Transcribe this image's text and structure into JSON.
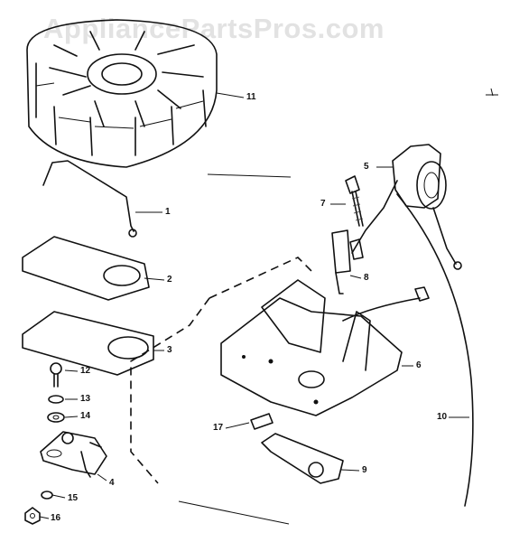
{
  "watermark": "AppliancePartsPros.com",
  "callouts": [
    {
      "id": "11",
      "label": "11"
    },
    {
      "id": "1",
      "label": "1"
    },
    {
      "id": "2",
      "label": "2"
    },
    {
      "id": "3",
      "label": "3"
    },
    {
      "id": "12",
      "label": "12"
    },
    {
      "id": "13",
      "label": "13"
    },
    {
      "id": "14",
      "label": "14"
    },
    {
      "id": "4",
      "label": "4"
    },
    {
      "id": "15",
      "label": "15"
    },
    {
      "id": "16",
      "label": "16"
    },
    {
      "id": "5",
      "label": "5"
    },
    {
      "id": "7",
      "label": "7"
    },
    {
      "id": "8",
      "label": "8"
    },
    {
      "id": "6",
      "label": "6"
    },
    {
      "id": "17",
      "label": "17"
    },
    {
      "id": "9",
      "label": "9"
    },
    {
      "id": "10",
      "label": "10"
    }
  ]
}
